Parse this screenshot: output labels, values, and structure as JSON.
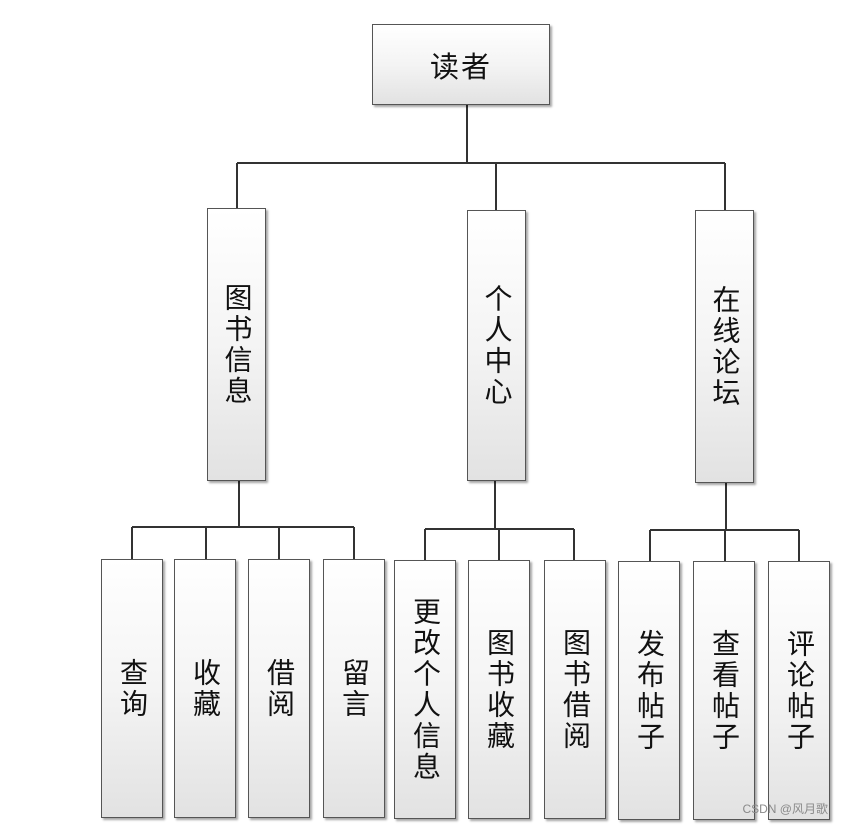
{
  "diagram": {
    "root": "读者",
    "categories": [
      {
        "label": "图书信息",
        "children": [
          "查询",
          "收藏",
          "借阅",
          "留言"
        ]
      },
      {
        "label": "个人中心",
        "children": [
          "更改个人信息",
          "图书收藏",
          "图书借阅"
        ]
      },
      {
        "label": "在线论坛",
        "children": [
          "发布帖子",
          "查看帖子",
          "评论帖子"
        ]
      }
    ]
  },
  "watermark": "CSDN @风月歌",
  "colors": {
    "line": "#333333",
    "box_border": "#555555"
  }
}
